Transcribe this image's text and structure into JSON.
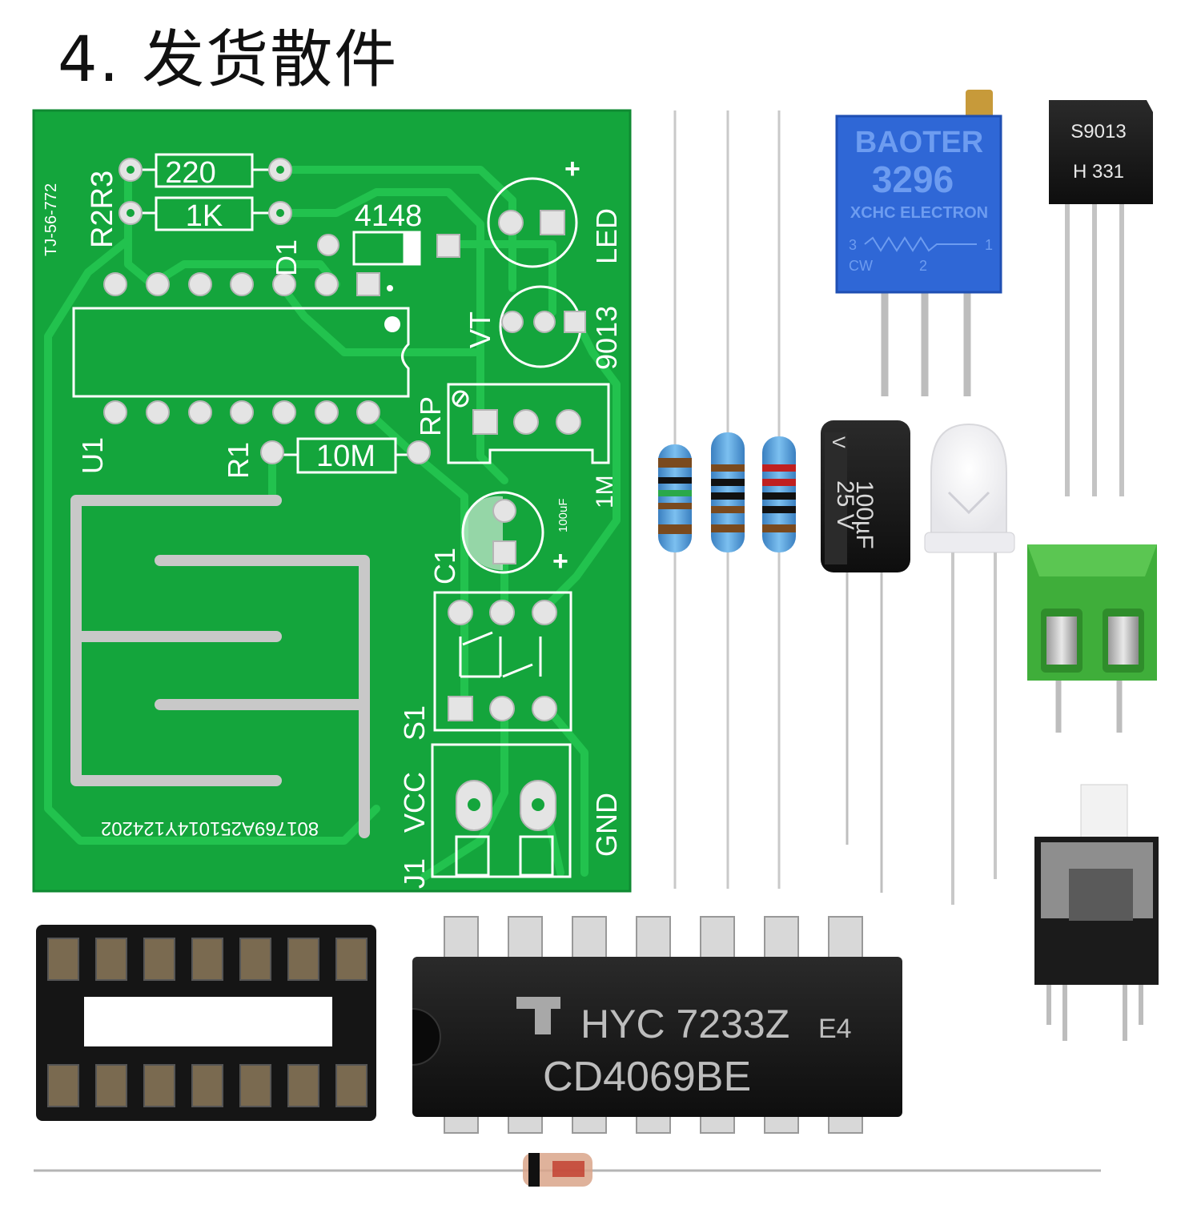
{
  "title": "4. 发货散件",
  "pcb": {
    "board_code": "TJ-56-772",
    "serial": "801769A251014Y124202",
    "labels": {
      "r2r3": "R2R3",
      "r3_value": "220",
      "r2_value": "1K",
      "d1": "D1",
      "d1_value": "4148",
      "led": "LED",
      "vt": "VT",
      "vt_value": "9013",
      "u1": "U1",
      "r1": "R1",
      "r1_value": "10M",
      "rp": "RP",
      "rp_value": "1M",
      "c1": "C1",
      "c1_value": "100uF",
      "s1": "S1",
      "vcc": "VCC",
      "gnd": "GND",
      "j1": "J1",
      "plus": "+"
    }
  },
  "potentiometer": {
    "brand": "BAOTER",
    "model": "3296",
    "maker": "XCHC ELECTRON",
    "pin1": "1",
    "pin2": "2",
    "pin3": "3",
    "cw": "CW"
  },
  "transistor": {
    "line1": "S9013",
    "line2": "H 331"
  },
  "capacitor": {
    "line1": "100µF",
    "line2": "25 V",
    "line3": "V"
  },
  "ic": {
    "line1": "HYC  7233Z",
    "line1b": "E4",
    "line2": "CD4069BE"
  },
  "colors": {
    "pcb": "#13a33a",
    "silk": "#ffffff",
    "pot": "#2f67d6",
    "terminal": "#3fae3a"
  }
}
